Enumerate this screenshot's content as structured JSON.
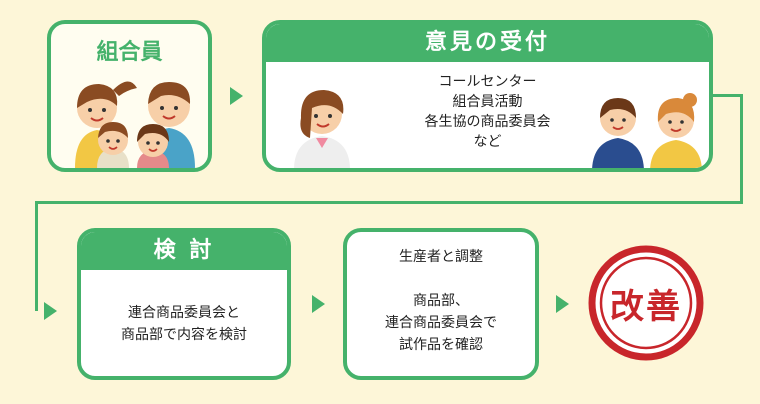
{
  "members_box": {
    "title": "組合員"
  },
  "reception_box": {
    "title": "意見の受付",
    "lines": [
      "コールセンター",
      "組合員活動",
      "各生協の商品委員会",
      "など"
    ]
  },
  "review_box": {
    "title": "検 討",
    "lines": [
      "連合商品委員会と",
      "商品部で内容を検討"
    ]
  },
  "adjust_box": {
    "lines": [
      "生産者と調整",
      "",
      "商品部、",
      "連合商品委員会で",
      "試作品を確認"
    ]
  },
  "stamp": {
    "text": "改善"
  },
  "colors": {
    "green": "#45b26b",
    "stamp_red": "#c8262b",
    "background": "#fdf6d8"
  }
}
